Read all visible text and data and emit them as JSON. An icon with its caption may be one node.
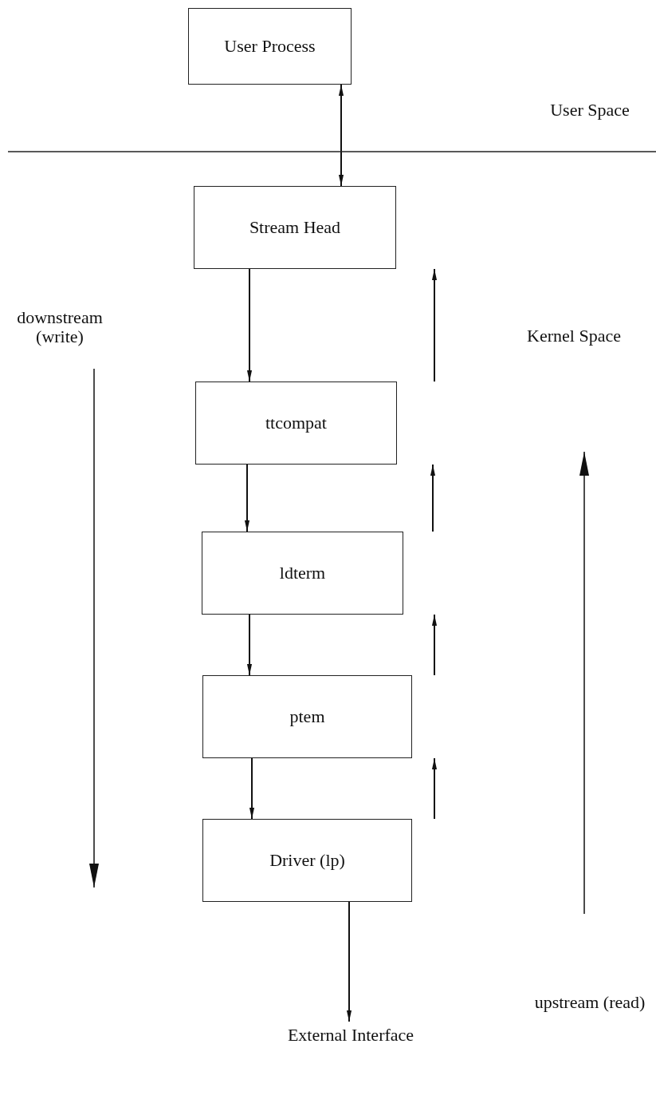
{
  "diagram": {
    "nodes": [
      {
        "text": [
          "User Process"
        ]
      },
      {
        "text": [
          "Stream Head"
        ]
      },
      {
        "text": [
          "ttcompat"
        ]
      },
      {
        "text": [
          "ldterm"
        ]
      },
      {
        "text": [
          "ptem"
        ]
      },
      {
        "text": [
          "Driver (lp)"
        ]
      },
      {
        "text": [
          "External Interface"
        ]
      }
    ],
    "edges": [
      {
        "from": 0,
        "to": 1,
        "arrow": "both"
      },
      {
        "from": 1,
        "to": 2,
        "arrow": "to"
      },
      {
        "from": 2,
        "to": 1,
        "arrow": "to"
      },
      {
        "from": 2,
        "to": 3,
        "arrow": "to"
      },
      {
        "from": 3,
        "to": 2,
        "arrow": "to"
      },
      {
        "from": 3,
        "to": 4,
        "arrow": "to"
      },
      {
        "from": 4,
        "to": 3,
        "arrow": "to"
      },
      {
        "from": 4,
        "to": 5,
        "arrow": "to"
      },
      {
        "from": 5,
        "to": 4,
        "arrow": "to"
      },
      {
        "from": 5,
        "to": 6,
        "arrow": "to"
      }
    ],
    "labels": [
      "User Space",
      "downstream (write)",
      "Kernel Space",
      "upstream (read)"
    ]
  }
}
